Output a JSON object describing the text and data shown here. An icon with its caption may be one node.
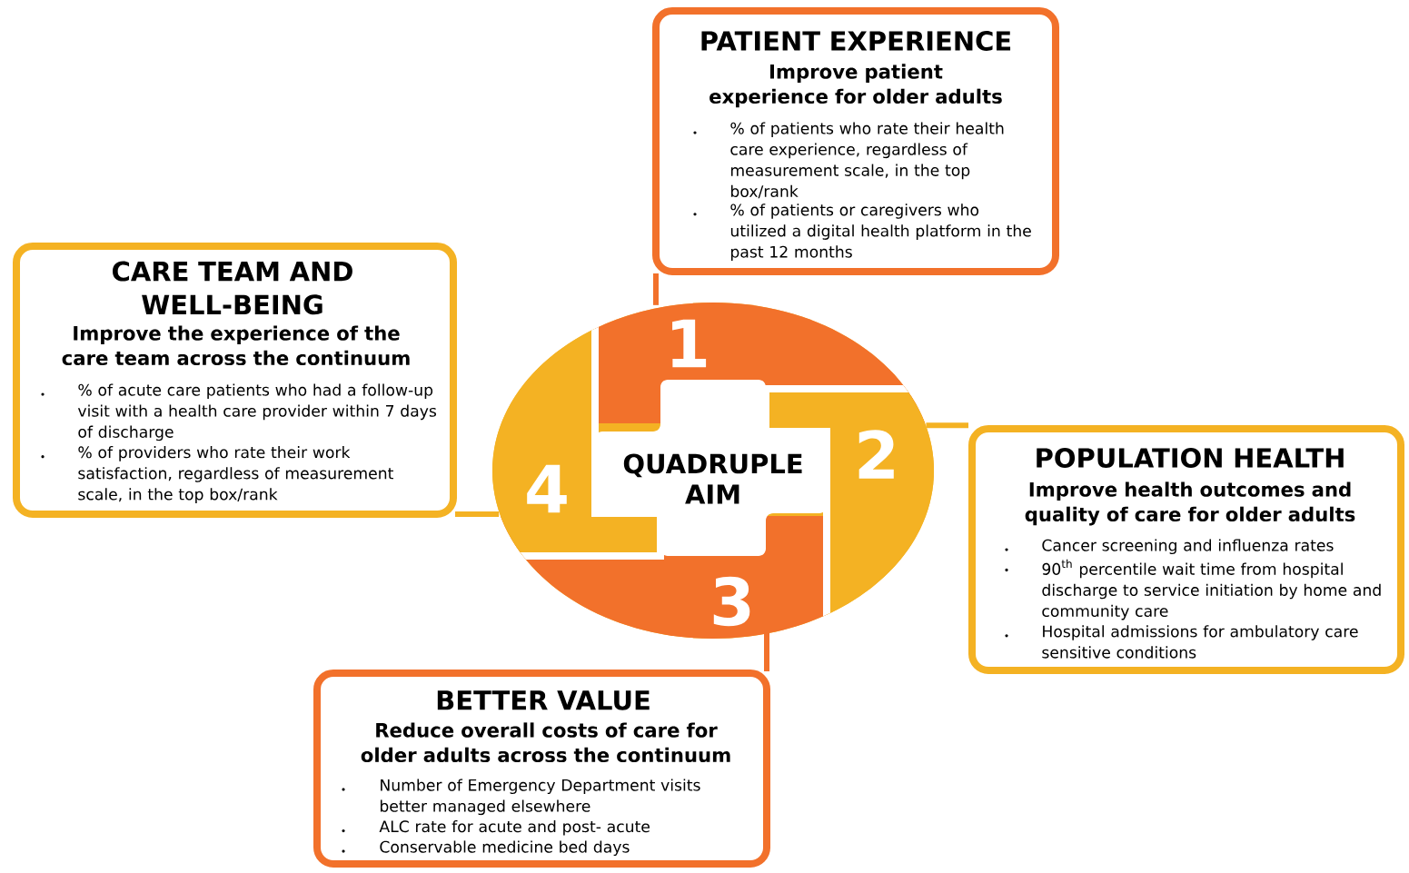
{
  "diagram": {
    "nodes": [
      {
        "text": [
          "PATIENT EXPERIENCE",
          "Improve patient experience for older adults",
          "% of patients who rate their health care experience, regardless of measurement scale, in the top box/rank",
          "% of patients or caregivers who utilized a digital health platform in the past 12 months"
        ]
      },
      {
        "text": [
          "CARE TEAM AND WELL-BEING",
          "Improve the experience of the care team across the continuum",
          "% of acute care patients who had a follow-up visit with a health care provider within 7 days of discharge",
          "% of providers who rate their work satisfaction, regardless of measurement scale, in the top box/rank"
        ]
      },
      {
        "text": [
          "POPULATION HEALTH",
          "Improve health outcomes and quality of care for older adults",
          "Cancer screening and influenza rates",
          "90$^{th}$ percentile wait time from hospital discharge to service initiation by home and community care",
          "Hospital admissions for ambulatory care sensitive conditions"
        ]
      },
      {
        "text": [
          "BETTER VALUE",
          "Reduce overall costs of care for older adults across the continuum",
          "Number of Emergency Department visits better managed elsewhere",
          "ALC rate for acute and post- acute",
          "Conservable medicine bed days"
        ]
      },
      {
        "text": [
          "1",
          "2",
          "3",
          "4",
          "QUADRUPLE AIM"
        ]
      }
    ],
    "edges": [
      {
        "from": 0,
        "to": 4,
        "arrow": "none",
        "color": "#f2712b"
      },
      {
        "from": 2,
        "to": 4,
        "arrow": "none",
        "color": "#f4b223"
      },
      {
        "from": 3,
        "to": 4,
        "arrow": "none",
        "color": "#f2712b"
      },
      {
        "from": 1,
        "to": 4,
        "arrow": "none",
        "color": "#f4b223"
      }
    ]
  }
}
